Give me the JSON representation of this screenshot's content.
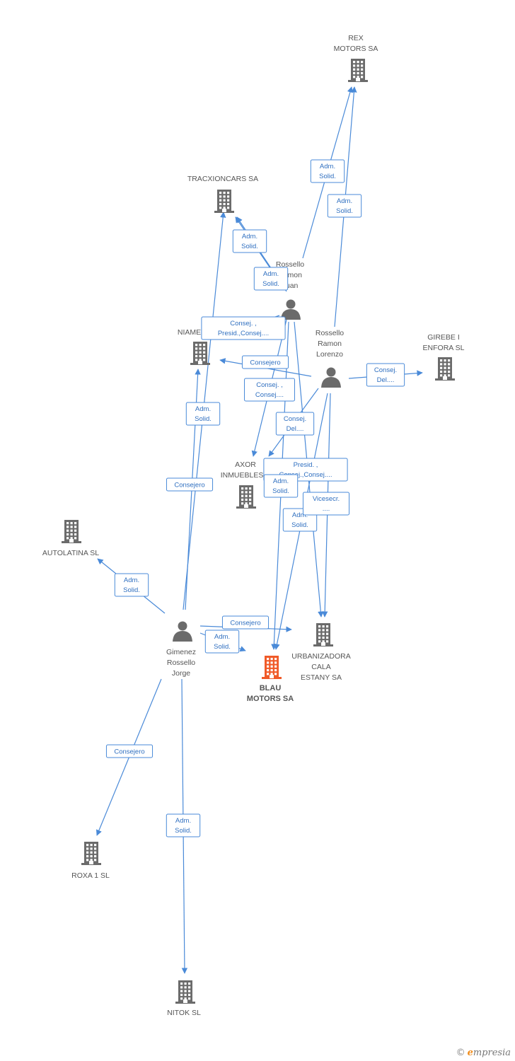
{
  "colors": {
    "edge": "#4a8ad8",
    "company_icon": "#6b6b6b",
    "main_company_icon": "#f05a28",
    "person_icon": "#6b6b6b"
  },
  "nodes": [
    {
      "id": "rex",
      "kind": "company",
      "lines": [
        "REX",
        "MOTORS SA"
      ]
    },
    {
      "id": "trax",
      "kind": "company",
      "lines": [
        "TRACXIONCARS SA"
      ]
    },
    {
      "id": "niamey",
      "kind": "company",
      "lines": [
        "NIAMEY"
      ]
    },
    {
      "id": "girebe",
      "kind": "company",
      "lines": [
        "GIREBE I",
        "ENFORA SL"
      ]
    },
    {
      "id": "axor",
      "kind": "company",
      "lines": [
        "AXOR",
        "INMUEBLES S"
      ]
    },
    {
      "id": "autolatina",
      "kind": "company",
      "lines": [
        "AUTOLATINA SL"
      ]
    },
    {
      "id": "urban",
      "kind": "company",
      "lines": [
        "URBANIZADORA",
        "CALA",
        "ESTANY SA"
      ]
    },
    {
      "id": "blau",
      "kind": "main",
      "lines": [
        "BLAU",
        "MOTORS SA"
      ]
    },
    {
      "id": "roxa",
      "kind": "company",
      "lines": [
        "ROXA 1 SL"
      ]
    },
    {
      "id": "nitok",
      "kind": "company",
      "lines": [
        "NITOK SL"
      ]
    },
    {
      "id": "rjuan",
      "kind": "person",
      "lines": [
        "Rossello",
        "Ramon",
        "Juan"
      ]
    },
    {
      "id": "rlor",
      "kind": "person",
      "lines": [
        "Rossello",
        "Ramon",
        "Lorenzo"
      ]
    },
    {
      "id": "gim",
      "kind": "person",
      "lines": [
        "Gimenez",
        "Rossello",
        "Jorge"
      ]
    }
  ],
  "edges": [
    {
      "from": "rjuan",
      "to": "rex",
      "lines": [
        "Adm.",
        "Solid."
      ]
    },
    {
      "from": "rlor",
      "to": "rex",
      "lines": [
        "Adm.",
        "Solid."
      ]
    },
    {
      "from": "rjuan",
      "to": "trax",
      "lines": [
        "Adm.",
        "Solid."
      ]
    },
    {
      "from": "rlor",
      "to": "trax",
      "lines": [
        "Adm.",
        "Solid."
      ]
    },
    {
      "from": "rjuan",
      "to": "niamey",
      "lines": [
        "Consej. ,",
        "Presid.,Consej...."
      ]
    },
    {
      "from": "rlor",
      "to": "niamey",
      "lines": [
        "Consejero"
      ]
    },
    {
      "from": "rlor",
      "to": "girebe",
      "lines": [
        "Consej.",
        "Del...."
      ]
    },
    {
      "from": "rjuan",
      "to": "axor",
      "lines": [
        "Consej. ,",
        "Consej...."
      ]
    },
    {
      "from": "rlor",
      "to": "axor",
      "lines": [
        "Consej.",
        "Del...."
      ]
    },
    {
      "from": "rjuan",
      "to": "blau",
      "lines": [
        "Presid. ,",
        "Consej.,Consej...."
      ]
    },
    {
      "from": "rlor",
      "to": "blau",
      "lines": [
        "Adm.",
        "Solid."
      ]
    },
    {
      "from": "rjuan",
      "to": "urban",
      "lines": [
        "Adm.",
        "Solid."
      ]
    },
    {
      "from": "rlor",
      "to": "urban",
      "lines": [
        "Vicesecr.",
        "...."
      ]
    },
    {
      "from": "gim",
      "to": "niamey",
      "lines": [
        "Adm.",
        "Solid."
      ]
    },
    {
      "from": "gim",
      "to": "trax",
      "lines": [
        "Consejero"
      ]
    },
    {
      "from": "gim",
      "to": "autolatina",
      "lines": [
        "Adm.",
        "Solid."
      ]
    },
    {
      "from": "gim",
      "to": "urban",
      "lines": [
        "Consejero"
      ]
    },
    {
      "from": "gim",
      "to": "blau",
      "lines": [
        "Adm.",
        "Solid."
      ]
    },
    {
      "from": "gim",
      "to": "roxa",
      "lines": [
        "Consejero"
      ]
    },
    {
      "from": "gim",
      "to": "nitok",
      "lines": [
        "Adm.",
        "Solid."
      ]
    }
  ],
  "brand": {
    "copyright": "©",
    "first_letter": "e",
    "rest": "mpresia"
  }
}
